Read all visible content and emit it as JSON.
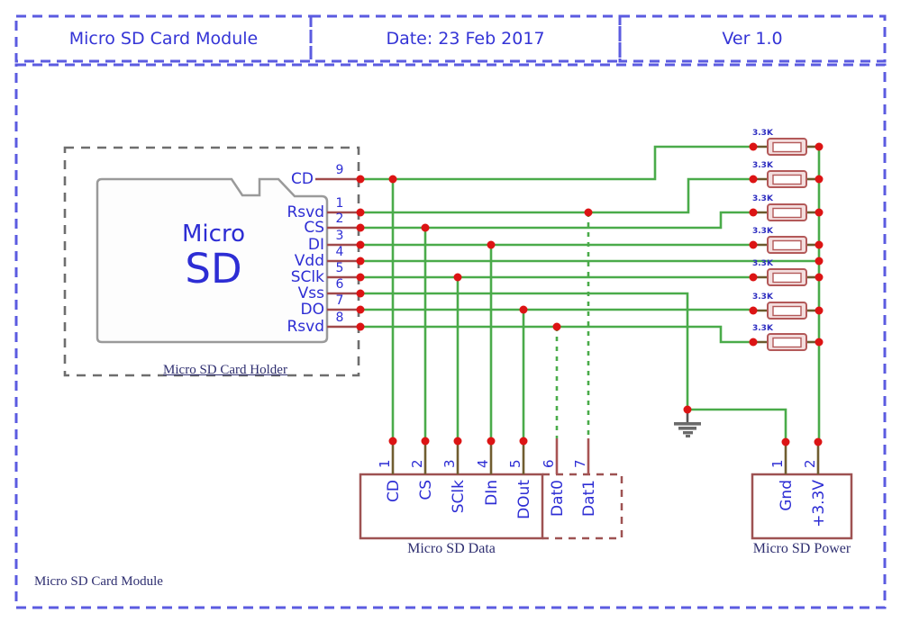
{
  "titles": {
    "module": "Micro SD Card Module",
    "date": "Date: 23 Feb 2017",
    "version": "Ver 1.0"
  },
  "holder": {
    "caption": "Micro SD Card Holder",
    "card": {
      "line1": "Micro",
      "line2": "SD"
    },
    "pins": [
      {
        "num": "9",
        "label": "CD"
      },
      {
        "num": "1",
        "label": "Rsvd"
      },
      {
        "num": "2",
        "label": "CS"
      },
      {
        "num": "3",
        "label": "DI"
      },
      {
        "num": "4",
        "label": "Vdd"
      },
      {
        "num": "5",
        "label": "SClk"
      },
      {
        "num": "6",
        "label": "Vss"
      },
      {
        "num": "7",
        "label": "DO"
      },
      {
        "num": "8",
        "label": "Rsvd"
      }
    ]
  },
  "resistors": {
    "value": "3.3K",
    "count": 7
  },
  "data_connector": {
    "caption": "Micro SD Data",
    "pins": [
      {
        "num": "1",
        "label": "CD"
      },
      {
        "num": "2",
        "label": "CS"
      },
      {
        "num": "3",
        "label": "SClk"
      },
      {
        "num": "4",
        "label": "DIn"
      },
      {
        "num": "5",
        "label": "DOut"
      },
      {
        "num": "6",
        "label": "Dat0"
      },
      {
        "num": "7",
        "label": "Dat1"
      }
    ]
  },
  "power_connector": {
    "caption": "Micro SD Power",
    "pins": [
      {
        "num": "1",
        "label": "Gnd"
      },
      {
        "num": "2",
        "label": "+3.3V"
      }
    ]
  },
  "footer": {
    "label": "Micro SD Card Module"
  },
  "colors": {
    "wire_green": "#4aab4a",
    "junction_red": "#dc1414",
    "component_red": "#9e5252",
    "text_blue": "#2d2dd4",
    "border_blue": "#5b5be0",
    "label_navy": "#2e2e70"
  }
}
